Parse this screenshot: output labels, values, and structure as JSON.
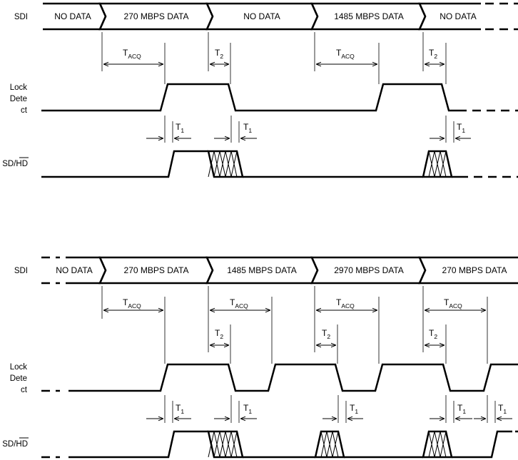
{
  "signals": {
    "sdi": "SDI",
    "lock_detect": [
      "Lock",
      "Dete",
      "ct"
    ],
    "sd_hd": "SD/HD"
  },
  "timing": {
    "t_acq_main": "T",
    "t_acq_sub": "ACQ",
    "t1_main": "T",
    "t1_sub": "1",
    "t2_main": "T",
    "t2_sub": "2"
  },
  "top": {
    "sdi_segments": [
      "NO DATA",
      "270 MBPS DATA",
      "NO DATA",
      "1485 MBPS DATA",
      "NO DATA"
    ]
  },
  "bottom": {
    "sdi_segments": [
      "NO DATA",
      "270 MBPS DATA",
      "1485 MBPS DATA",
      "2970 MBPS DATA",
      "270 MBPS DATA"
    ]
  },
  "colors": {
    "line": "#000000",
    "background": "#ffffff"
  }
}
